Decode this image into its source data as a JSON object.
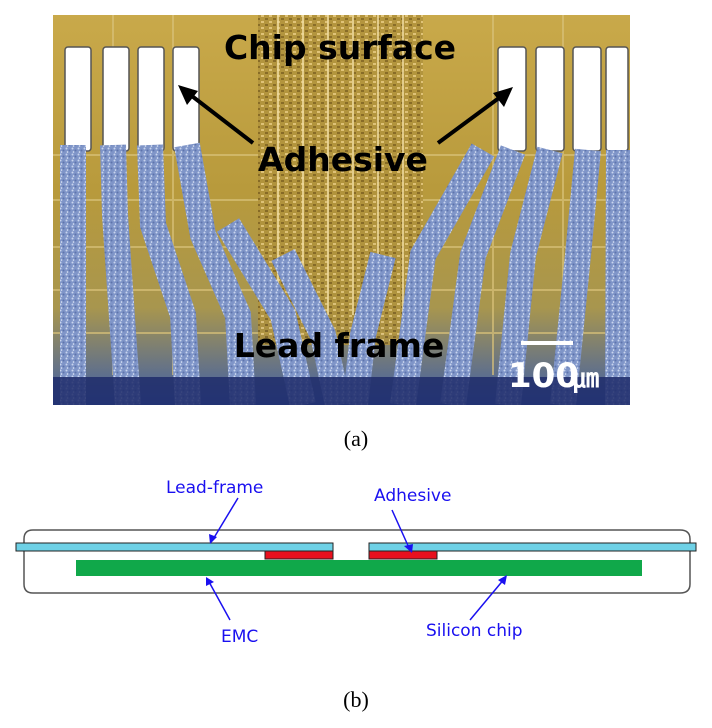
{
  "photo": {
    "label_chip_surface": "Chip surface",
    "label_adhesive": "Adhesive",
    "label_lead_frame": "Lead frame",
    "scale_bar_value": "100",
    "scale_bar_unit": "㎛"
  },
  "captions": {
    "a": "(a)",
    "b": "(b)"
  },
  "diagram": {
    "label_lead_frame": "Lead-frame",
    "label_adhesive": "Adhesive",
    "label_emc": "EMC",
    "label_silicon_chip": "Silicon chip"
  },
  "colors": {
    "lead_frame": "#6ed1e6",
    "adhesive": "#e8101e",
    "silicon_chip": "#10a84a",
    "leader_lines": "#1a10f0"
  }
}
